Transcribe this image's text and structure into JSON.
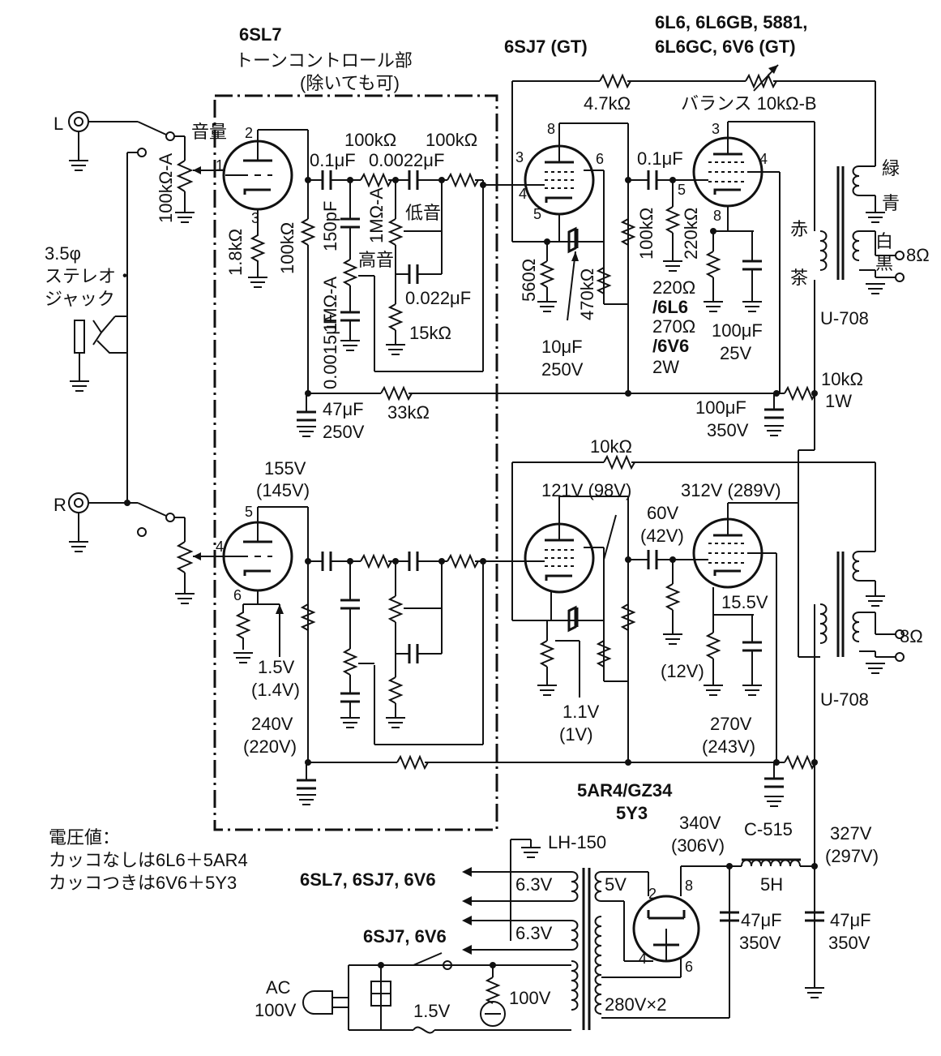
{
  "tubes": {
    "preamp": "6SL7",
    "driver": "6SJ7 (GT)",
    "output_line1": "6L6, 6L6GB, 5881,",
    "output_line2": "6L6GC, 6V6 (GT)",
    "rectifier_line1": "5AR4/GZ34",
    "rectifier_line2": "5Y3"
  },
  "tone_section": {
    "title": "トーンコントロール部",
    "note": "(除いても可)",
    "bass": "低音",
    "treble": "高音"
  },
  "inputs": {
    "left": "L",
    "right": "R",
    "volume": "音量",
    "volume_pot": "100kΩ-A",
    "jack": [
      "3.5φ",
      "ステレオ・",
      "ジャック"
    ]
  },
  "left_channel": {
    "r_cathode_pre": "1.8kΩ",
    "r_plate_pre": "100kΩ",
    "c_coupling_pre": "0.1μF",
    "r_tone1": "100kΩ",
    "c_tone1": "0.0022μF",
    "r_tone2": "100kΩ",
    "c_150p": "150pF",
    "pot_bass": "1MΩ-A",
    "pot_treble": "1MΩ-A",
    "c_0015": "0.0015μF",
    "c_022": "0.022μF",
    "r_15k": "15kΩ",
    "c_decouple": "47μF",
    "c_decouple_v": "250V",
    "r_33k": "33kΩ",
    "r_feedback": "4.7kΩ",
    "balance_pot": "バランス 10kΩ-B",
    "c_coupling_drv": "0.1μF",
    "r_plate_drv": "100kΩ",
    "r_grid_out": "220kΩ",
    "r_cathode_drv": "560Ω",
    "r_screen_drv": "470kΩ",
    "c_screen_drv": "10μF",
    "c_screen_drv_v": "250V",
    "r_cathode_out": [
      "220Ω",
      "/6L6",
      "270Ω",
      "/6V6",
      "2W"
    ],
    "c_cathode_out": "100μF",
    "c_cathode_out_v": "25V",
    "c_bplus": "100μF",
    "c_bplus_v": "350V",
    "r_bplus": "10kΩ",
    "r_bplus_w": "1W",
    "transformer": "U-708",
    "wire_green": "緑",
    "wire_blue": "青",
    "wire_white": "白",
    "wire_black": "黒",
    "wire_red": "赤",
    "wire_brown": "茶",
    "speaker": "8Ω"
  },
  "right_channel": {
    "v_plate_pre": "155V",
    "v_plate_pre_alt": "(145V)",
    "v_cathode_pre": "1.5V",
    "v_cathode_pre_alt": "(1.4V)",
    "v_supply_pre": "240V",
    "v_supply_pre_alt": "(220V)",
    "r_feedback": "10kΩ",
    "v_plate_drv": "121V (98V)",
    "v_screen_drv": "60V",
    "v_screen_drv_alt": "(42V)",
    "v_plate_out": "312V (289V)",
    "v_cathode_out": "15.5V",
    "v_cathode_out_alt": "(12V)",
    "v_cathode_drv": "1.1V",
    "v_cathode_drv_alt": "(1V)",
    "v_supply_out": "270V",
    "v_supply_out_alt": "(243V)",
    "transformer": "U-708",
    "speaker": "8Ω"
  },
  "pins": {
    "pre_l": [
      "2",
      "1",
      "3"
    ],
    "pre_r": [
      "5",
      "4",
      "6"
    ],
    "drv": [
      "8",
      "3",
      "4",
      "5",
      "6"
    ],
    "out": [
      "3",
      "5",
      "4",
      "8"
    ],
    "rect": [
      "2",
      "8",
      "4",
      "6"
    ]
  },
  "power": {
    "transformer": "LH-150",
    "heater_label": "6SL7, 6SJ7, 6V6",
    "heater2_label": "6SJ7, 6V6",
    "w63a": "6.3V",
    "w63b": "6.3V",
    "w5": "5V",
    "w100": "100V",
    "w280": "280V×2",
    "ac_line1": "AC",
    "ac_line2": "100V",
    "lamp": "1.5V",
    "v_rect": "340V",
    "v_rect_alt": "(306V)",
    "choke": "C-515",
    "choke_h": "5H",
    "v_out": "327V",
    "v_out_alt": "(297V)",
    "c1": "47μF",
    "c1_v": "350V",
    "c2": "47μF",
    "c2_v": "350V"
  },
  "notes": {
    "title": "電圧値：",
    "line1": "カッコなしは6L6＋5AR4",
    "line2": "カッコつきは6V6＋5Y3"
  }
}
